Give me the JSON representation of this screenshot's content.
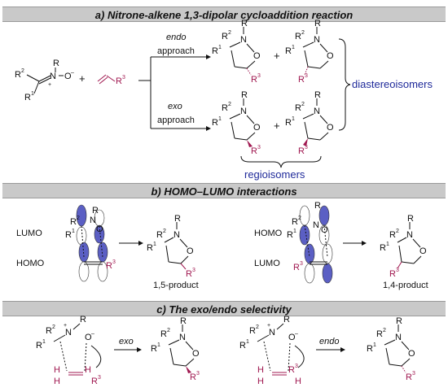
{
  "panels": {
    "a_title": "a) Nitrone-alkene 1,3-dipolar cycloaddition reaction",
    "b_title": "b) HOMO–LUMO interactions",
    "c_title": "c) The exo/endo selectivity"
  },
  "panel_a": {
    "endo_word": "endo",
    "exo_word": "exo",
    "approach_word": "approach",
    "plus": "+",
    "diastereoisomers": "diastereoisomers",
    "regioisomers": "regioisomers"
  },
  "panel_b": {
    "lumo": "LUMO",
    "homo": "HOMO",
    "product_15": "1,5-product",
    "product_14": "1,4-product"
  },
  "panel_c": {
    "exo": "exo",
    "endo": "endo"
  },
  "colors": {
    "accent_magenta": "#a01850",
    "label_blue": "#1f2a9a",
    "orbital_blue": "#5b5fc4",
    "header_gray": "#c9c9c9"
  }
}
